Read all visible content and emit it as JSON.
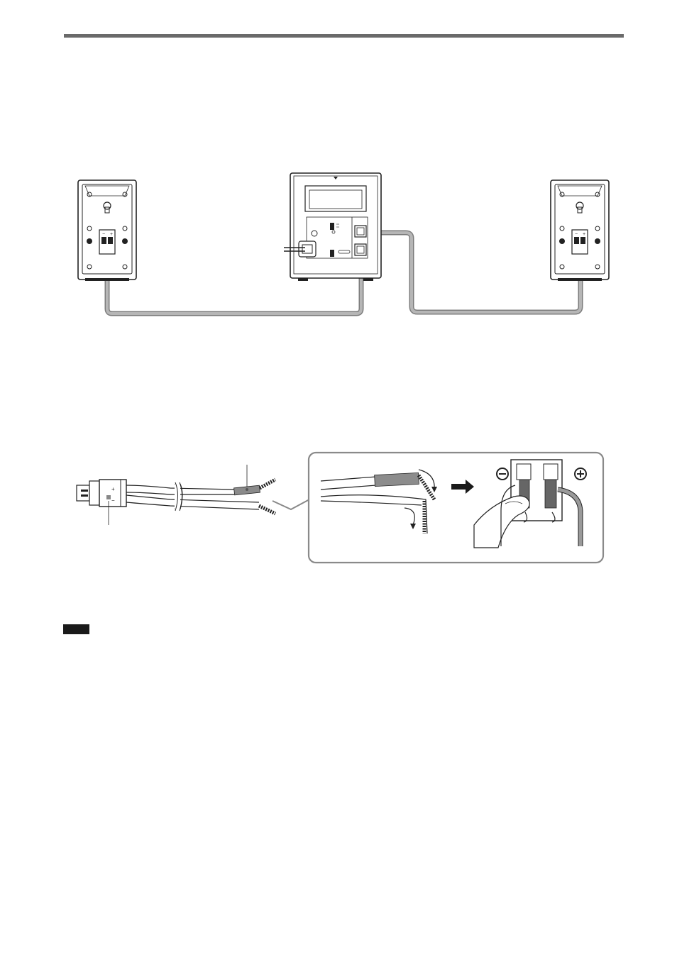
{
  "colors": {
    "rule": "#6a6a6a",
    "cord": "#a8a8a8",
    "line": "#222222",
    "badge": "#1a1a1a"
  },
  "figure_top": {
    "items": [
      "left-speaker",
      "main-unit",
      "right-speaker"
    ],
    "terminal_labels": [
      "−",
      "+"
    ]
  },
  "figure_bottom": {
    "symbols": [
      "⊖",
      "⊕"
    ]
  }
}
